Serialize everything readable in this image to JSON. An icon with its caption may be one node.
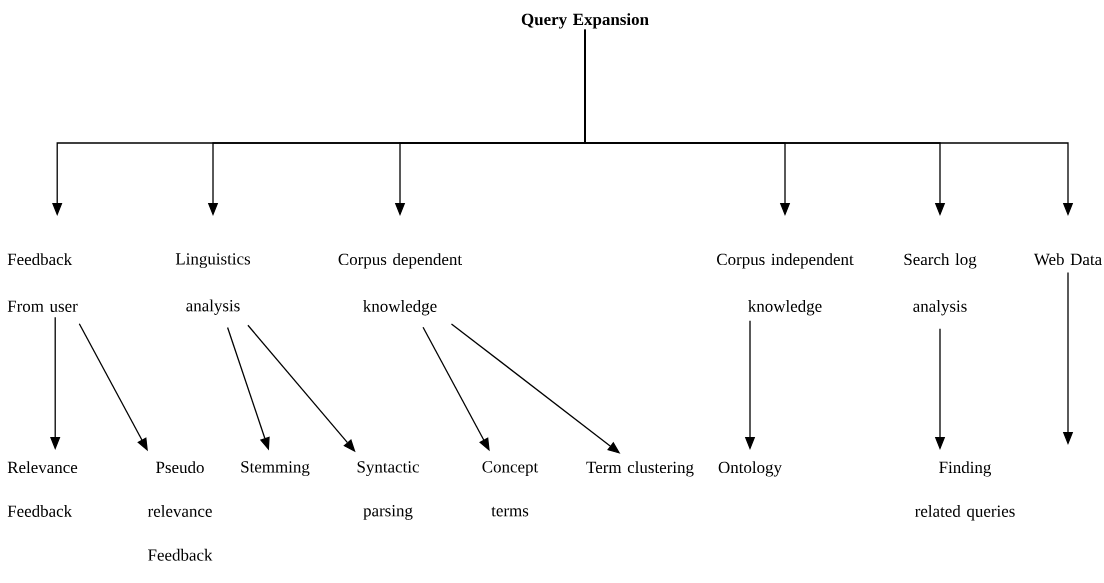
{
  "diagram": {
    "nodes": [
      {
        "text": [
          "Query Expansion"
        ]
      },
      {
        "text": [
          "Feedback From user"
        ]
      },
      {
        "text": [
          "Linguistics analysis"
        ]
      },
      {
        "text": [
          "Corpus dependent knowledge"
        ]
      },
      {
        "text": [
          "Corpus independent knowledge"
        ]
      },
      {
        "text": [
          "Search log analysis"
        ]
      },
      {
        "text": [
          "Web Data"
        ]
      },
      {
        "text": [
          "Relevance Feedback"
        ]
      },
      {
        "text": [
          "Pseudo relevance Feedback"
        ]
      },
      {
        "text": [
          "Stemming"
        ]
      },
      {
        "text": [
          "Syntactic parsing"
        ]
      },
      {
        "text": [
          "Concept terms"
        ]
      },
      {
        "text": [
          "Term clustering"
        ]
      },
      {
        "text": [
          "Ontology"
        ]
      },
      {
        "text": [
          "Finding related queries"
        ]
      }
    ],
    "edges": [
      {
        "from": 0,
        "to": 1,
        "arrow": "to"
      },
      {
        "from": 0,
        "to": 2,
        "arrow": "to"
      },
      {
        "from": 0,
        "to": 3,
        "arrow": "to"
      },
      {
        "from": 0,
        "to": 4,
        "arrow": "to"
      },
      {
        "from": 0,
        "to": 5,
        "arrow": "to"
      },
      {
        "from": 0,
        "to": 6,
        "arrow": "to"
      },
      {
        "from": 1,
        "to": 7,
        "arrow": "to"
      },
      {
        "from": 1,
        "to": 8,
        "arrow": "to"
      },
      {
        "from": 2,
        "to": 9,
        "arrow": "to"
      },
      {
        "from": 2,
        "to": 10,
        "arrow": "to"
      },
      {
        "from": 3,
        "to": 11,
        "arrow": "to"
      },
      {
        "from": 3,
        "to": 12,
        "arrow": "to"
      },
      {
        "from": 4,
        "to": 13,
        "arrow": "to"
      },
      {
        "from": 5,
        "to": 14,
        "arrow": "to"
      },
      {
        "from": 6,
        "to": null,
        "arrow": "to"
      }
    ]
  }
}
